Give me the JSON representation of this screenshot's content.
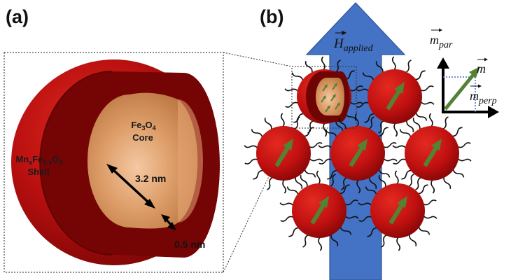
{
  "panel_a": {
    "label": "(a)",
    "core": {
      "base": "Fe",
      "sub1": "3",
      "mid": "O",
      "sub2": "4",
      "word": "Core"
    },
    "shell": {
      "p1": "Mn",
      "s1": "x",
      "p2": "Fe",
      "s2": "3-x",
      "p3": "O",
      "s3": "4",
      "word": "Shell"
    },
    "core_radius_label": "3.2 nm",
    "shell_thickness_label": "0.5 nm"
  },
  "panel_b": {
    "label": "(b)",
    "field_label": {
      "base": "H",
      "sub": "applied"
    },
    "vector_legend": {
      "m": "m",
      "m_par": {
        "base": "m",
        "sub": "par"
      },
      "m_perp": {
        "base": "m",
        "sub": "perp"
      }
    }
  },
  "colors": {
    "shell_red": "#b80f0f",
    "shell_dark": "#7a0404",
    "core_orange": "#d9915a",
    "field_arrow_blue": "#4472c4",
    "moment_green": "#548235",
    "dotted_blue": "#4472c4"
  }
}
